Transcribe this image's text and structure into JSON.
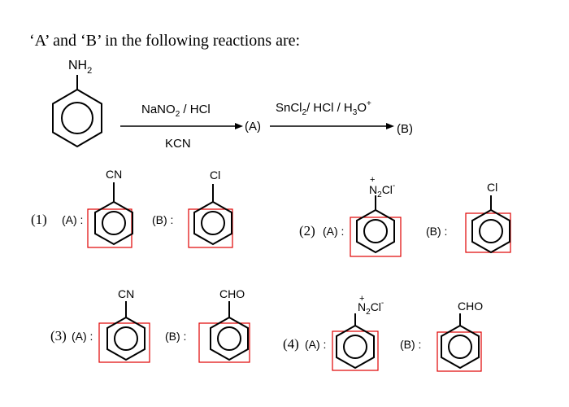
{
  "question": {
    "text": "‘A’ and ‘B’ in the following reactions are:"
  },
  "reaction": {
    "reactant_group": {
      "main": "NH",
      "sub": "2"
    },
    "step1_reagent_above": {
      "parts": [
        "NaNO",
        "2",
        " / HCl"
      ]
    },
    "step1_reagent_below": "KCN",
    "intermediate": "(A)",
    "step2_reagent": {
      "parts": [
        "SnCl",
        "2",
        "/ HCl / H",
        "3",
        "O",
        "+"
      ]
    },
    "product": "(B)"
  },
  "options": [
    {
      "number": "(1)",
      "a_label": "(A) :",
      "a_group": {
        "text": "CN"
      },
      "b_label": "(B) :",
      "b_group": {
        "text": "Cl"
      }
    },
    {
      "number": "(2)",
      "a_label": "(A) :",
      "a_group": {
        "charge": "+",
        "main": "N",
        "sub": "2",
        "anion": "Cl",
        "anion_charge": "-"
      },
      "b_label": "(B) :",
      "b_group": {
        "text": "Cl"
      }
    },
    {
      "number": "(3)",
      "a_label": "(A) :",
      "a_group": {
        "text": "CN"
      },
      "b_label": "(B) :",
      "b_group": {
        "text": "CHO"
      }
    },
    {
      "number": "(4)",
      "a_label": "(A) :",
      "a_group": {
        "charge": "+",
        "main": "N",
        "sub": "2",
        "anion": "Cl",
        "anion_charge": "-"
      },
      "b_label": "(B) :",
      "b_group": {
        "text": "CHO"
      }
    }
  ],
  "colors": {
    "text": "#000000",
    "option_box": "#e00000"
  }
}
